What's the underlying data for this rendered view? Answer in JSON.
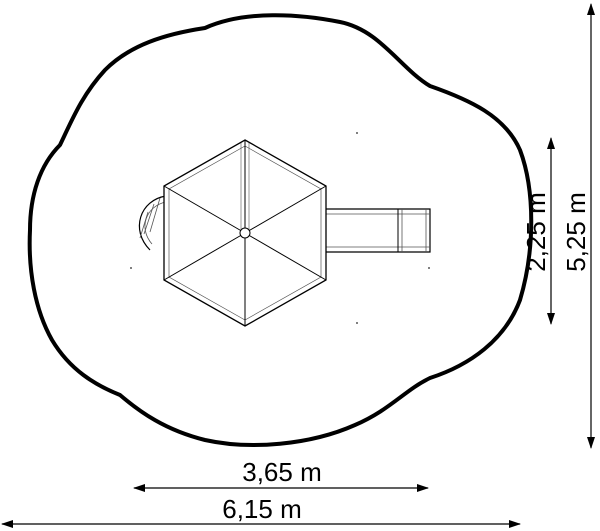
{
  "dimensions": {
    "inner_width": "3,65 m",
    "outer_width": "6,15 m",
    "inner_height": "2,25 m",
    "outer_height": "5,25 m"
  },
  "colors": {
    "line": "#000000",
    "detail": "#555555",
    "background": "#ffffff"
  }
}
